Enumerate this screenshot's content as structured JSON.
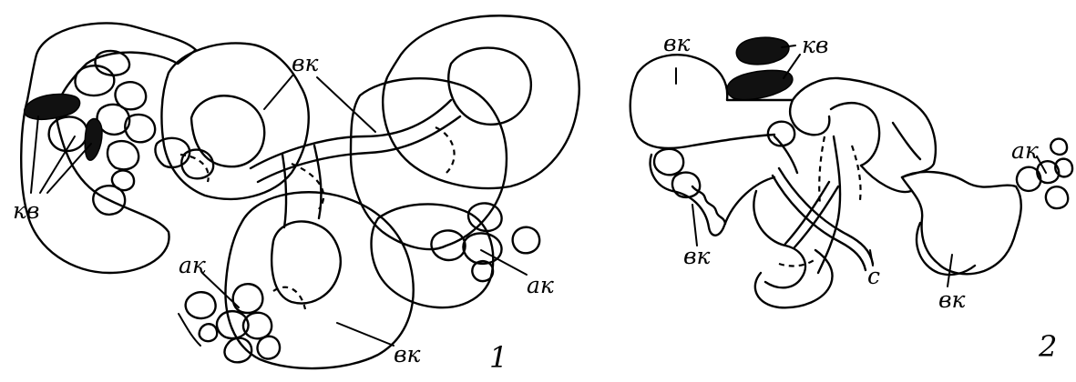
{
  "figure": {
    "panel_1": {
      "number": "1",
      "labels": {
        "vk_top": "вк",
        "kv_left": "кв",
        "ak_right": "ак",
        "ak_bottom": "ак",
        "vk_bottom": "вк"
      }
    },
    "panel_2": {
      "number": "2",
      "labels": {
        "vk_top_left": "вк",
        "kv_top": "кв",
        "ak_right": "ак",
        "vk_bottom_left": "вк",
        "c": "с",
        "vk_bottom_right": "вк"
      }
    }
  }
}
